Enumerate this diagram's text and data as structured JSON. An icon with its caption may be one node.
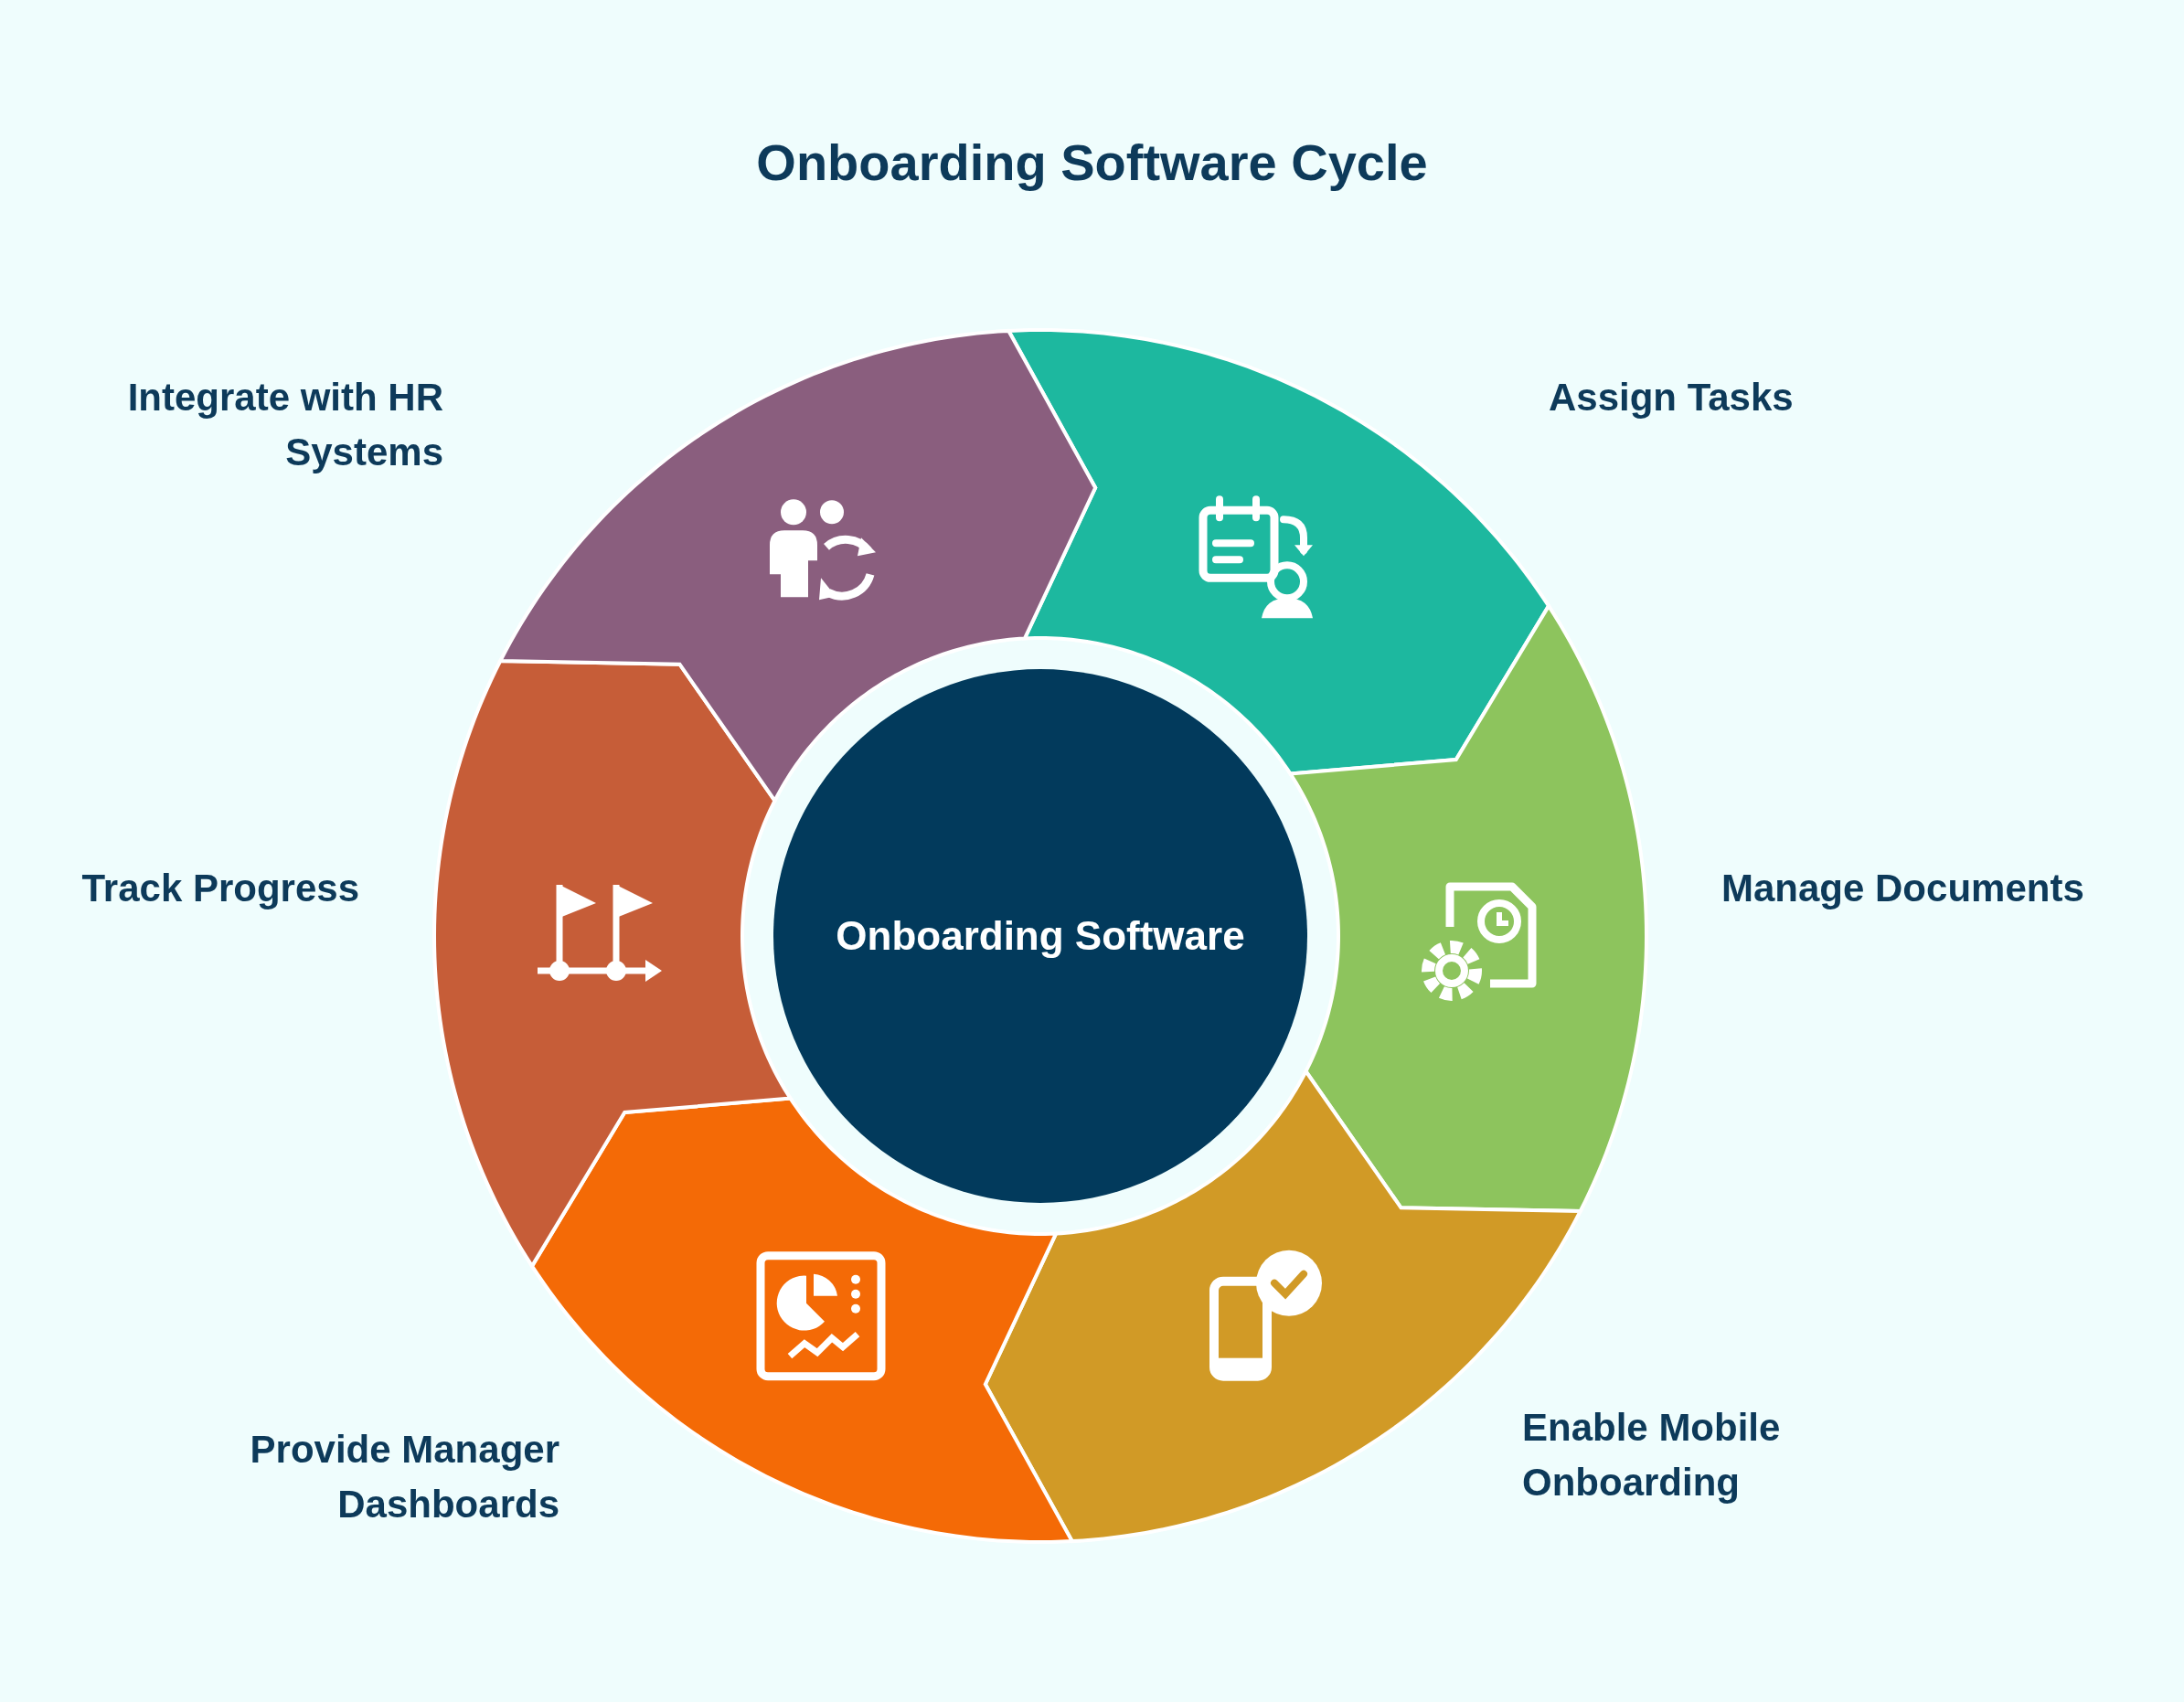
{
  "diagram": {
    "title": "Onboarding Software Cycle",
    "nodes": [
      {
        "text": [
          "Onboarding Software"
        ]
      },
      {
        "text": [
          "Assign Tasks"
        ]
      },
      {
        "text": [
          "Manage Documents"
        ]
      },
      {
        "text": [
          "Enable Mobile Onboarding"
        ]
      },
      {
        "text": [
          "Provide Manager Dashboards"
        ]
      },
      {
        "text": [
          "Track Progress"
        ]
      },
      {
        "text": [
          "Integrate with HR Systems"
        ]
      }
    ]
  }
}
